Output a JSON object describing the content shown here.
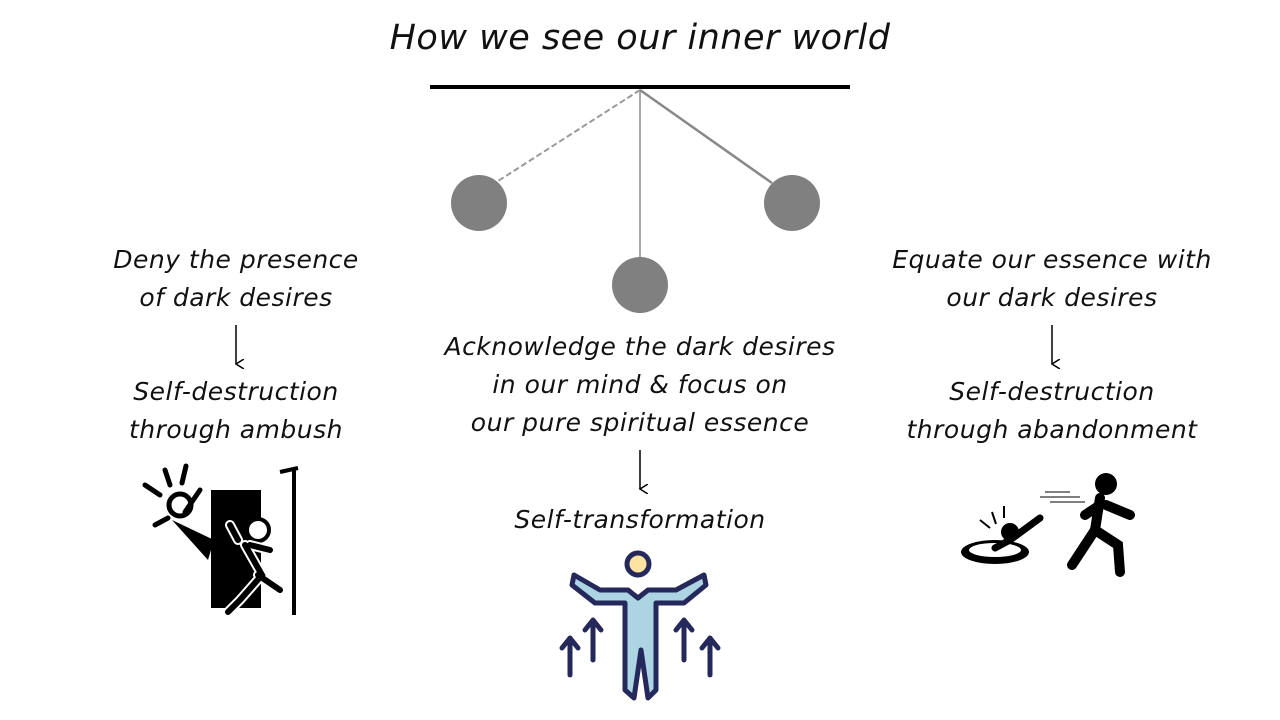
{
  "title": "How we see our inner world",
  "left": {
    "cause": [
      "Deny the presence",
      "of dark desires"
    ],
    "result": [
      "Self-destruction",
      "through ambush"
    ],
    "icon": "ambush-pictogram-icon"
  },
  "center": {
    "cause": [
      "Acknowledge the dark desires",
      "in our mind & focus on",
      "our pure spiritual essence"
    ],
    "result": [
      "Self-transformation"
    ],
    "icon": "rising-person-icon"
  },
  "right": {
    "cause": [
      "Equate our essence with",
      "our dark desires"
    ],
    "result": [
      "Self-destruction",
      "through abandonment"
    ],
    "icon": "abandonment-pictogram-icon"
  },
  "colors": {
    "ball": "#808080",
    "figure_fill": "#add4e3",
    "figure_stroke": "#25285a",
    "head": "#fde3a0"
  }
}
